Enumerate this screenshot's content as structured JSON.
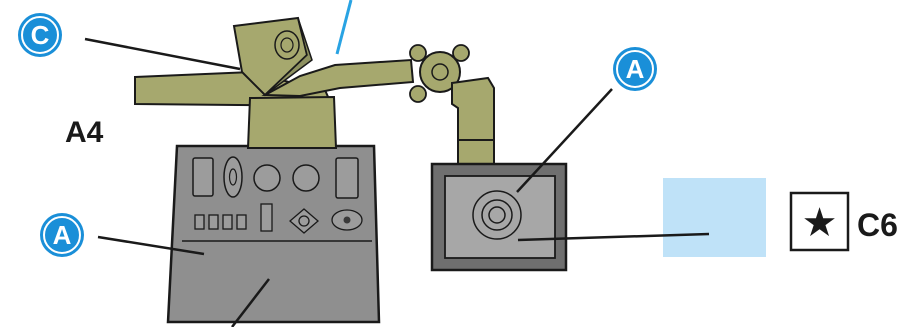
{
  "colors": {
    "olive": "#a6a86e",
    "olive_dark": "#8e9160",
    "grey": "#8f8f8f",
    "grey_dark": "#6f6f6f",
    "grey_light": "#a7a7a7",
    "callout_blue": "#1a8fd8",
    "leader_blue": "#29a3e3",
    "highlight_blue": "#bfe2f8",
    "ink": "#1a1a1a"
  },
  "labels": {
    "callout_c": "C",
    "callout_a_right": "A",
    "callout_a_left": "A",
    "part_a4": "A4",
    "part_c6": "C6"
  },
  "icons": {
    "star": "★"
  }
}
